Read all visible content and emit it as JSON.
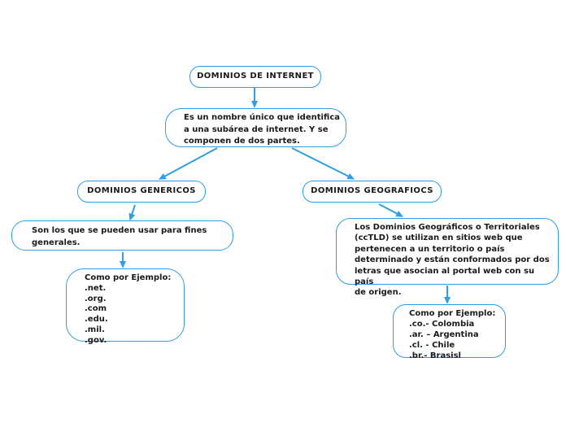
{
  "colors": {
    "node_border": "#2f9ddb",
    "connector": "#2e9fe4",
    "text": "#1a1a1a",
    "background": "#ffffff"
  },
  "diagram": {
    "root": {
      "label": "DOMINIOS DE INTERNET"
    },
    "definition": {
      "text": "Es un nombre único que identifica\na una subárea de internet. Y se\ncomponen de dos partes."
    },
    "generic_branch": {
      "header": "DOMINIOS GENERICOS",
      "description": "Son los que se pueden usar para fines\ngenerales.",
      "examples_title": "Como por Ejemplo:",
      "examples": [
        ".net.",
        ".org.",
        ".com",
        ".edu.",
        ".mil.",
        ".gov."
      ]
    },
    "geographic_branch": {
      "header": "DOMINIOS GEOGRAFIOCS",
      "description": "Los Dominios Geográficos o Territoriales\n(ccTLD) se utilizan en sitios web que\npertenecen a un territorio o país\ndeterminado y están conformados por dos\nletras que asocian al portal web con su país\nde origen.",
      "examples_title": "Como por Ejemplo:",
      "examples": [
        ".co.- Colombia",
        ".ar. – Argentina",
        ".cl. - Chile",
        ".br.- Brasisl"
      ]
    }
  }
}
